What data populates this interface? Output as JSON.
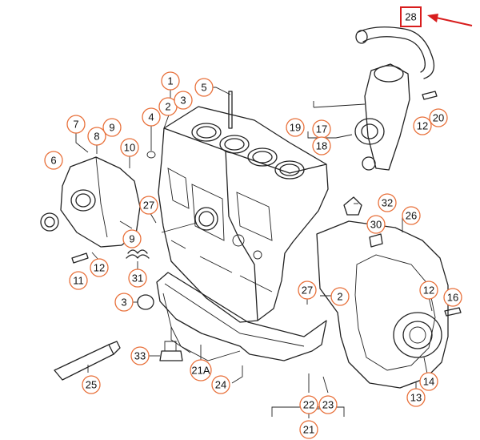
{
  "diagram": {
    "callouts": [
      {
        "id": "c1",
        "label": "1"
      },
      {
        "id": "c2a",
        "label": "2"
      },
      {
        "id": "c3a",
        "label": "3"
      },
      {
        "id": "c5",
        "label": "5"
      },
      {
        "id": "c4",
        "label": "4"
      },
      {
        "id": "c7",
        "label": "7"
      },
      {
        "id": "c8",
        "label": "8"
      },
      {
        "id": "c9a",
        "label": "9"
      },
      {
        "id": "c6",
        "label": "6"
      },
      {
        "id": "c10",
        "label": "10"
      },
      {
        "id": "c27a",
        "label": "27"
      },
      {
        "id": "c9b",
        "label": "9"
      },
      {
        "id": "c11",
        "label": "11"
      },
      {
        "id": "c12a",
        "label": "12"
      },
      {
        "id": "c31",
        "label": "31"
      },
      {
        "id": "c3b",
        "label": "3"
      },
      {
        "id": "c33",
        "label": "33"
      },
      {
        "id": "c25",
        "label": "25"
      },
      {
        "id": "c21a",
        "label": "21A"
      },
      {
        "id": "c24",
        "label": "24"
      },
      {
        "id": "c27b",
        "label": "27"
      },
      {
        "id": "c2b",
        "label": "2"
      },
      {
        "id": "c22",
        "label": "22"
      },
      {
        "id": "c23",
        "label": "23"
      },
      {
        "id": "c21",
        "label": "21"
      },
      {
        "id": "c19",
        "label": "19"
      },
      {
        "id": "c17",
        "label": "17"
      },
      {
        "id": "c18",
        "label": "18"
      },
      {
        "id": "c12b",
        "label": "12"
      },
      {
        "id": "c20",
        "label": "20"
      },
      {
        "id": "c32",
        "label": "32"
      },
      {
        "id": "c30",
        "label": "30"
      },
      {
        "id": "c26",
        "label": "26"
      },
      {
        "id": "c12c",
        "label": "12"
      },
      {
        "id": "c16",
        "label": "16"
      },
      {
        "id": "c14",
        "label": "14"
      },
      {
        "id": "c13",
        "label": "13"
      }
    ],
    "highlighted": {
      "label": "28"
    },
    "colors": {
      "callout_ring": "#e8703a",
      "highlight_box": "#d81d1d",
      "arrow": "#d81d1d",
      "linework": "#222222"
    }
  }
}
